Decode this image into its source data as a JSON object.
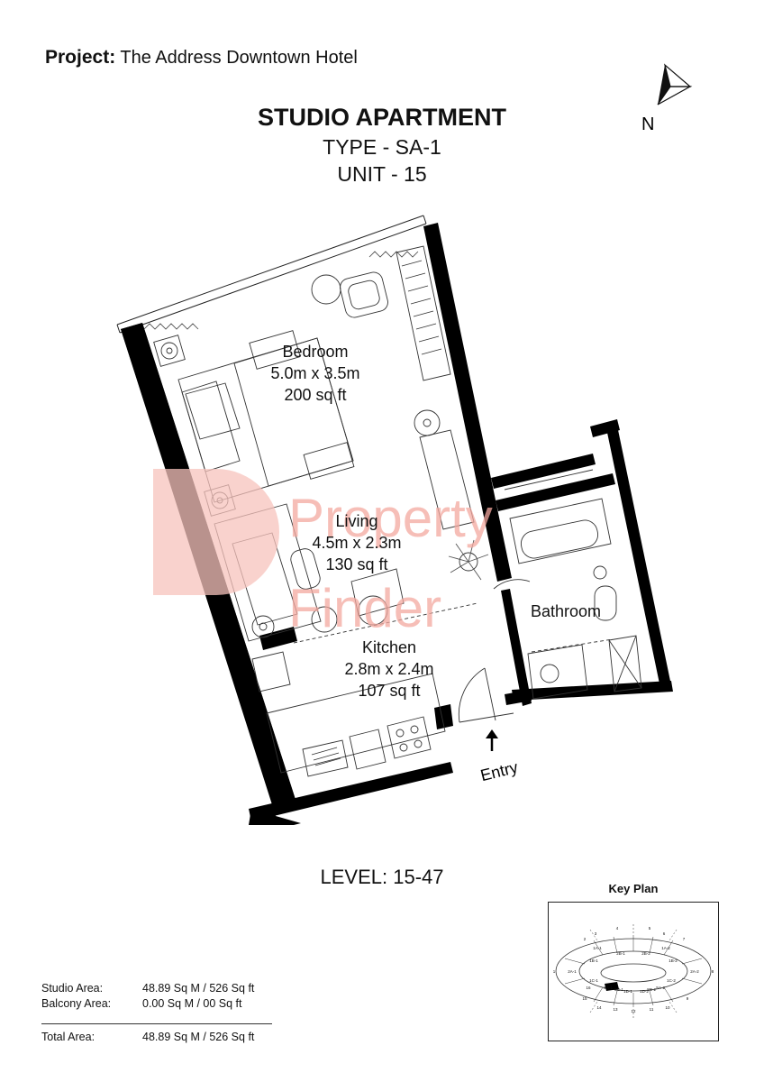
{
  "header": {
    "project_label": "Project:",
    "project_name": "The Address Downtown Hotel",
    "title": "STUDIO APARTMENT",
    "type": "TYPE - SA-1",
    "unit": "UNIT - 15"
  },
  "compass": {
    "label": "N",
    "icon": "north-arrow-icon"
  },
  "rooms": {
    "bedroom": {
      "name": "Bedroom",
      "size": "5.0m x 3.5m",
      "area": "200 sq ft"
    },
    "living": {
      "name": "Living",
      "size": "4.5m x 2.3m",
      "area": "130 sq ft"
    },
    "kitchen": {
      "name": "Kitchen",
      "size": "2.8m x 2.4m",
      "area": "107 sq ft"
    },
    "bathroom": {
      "name": "Bathroom"
    },
    "entry": {
      "name": "Entry"
    }
  },
  "watermark": {
    "line1": "Property",
    "line2": "Finder",
    "color": "#f4a9a0"
  },
  "level": "LEVEL: 15-47",
  "key_plan": {
    "title": "Key Plan",
    "labels": [
      "1",
      "2",
      "3",
      "4",
      "5",
      "6",
      "7",
      "8",
      "9",
      "10",
      "11",
      "12",
      "13",
      "14",
      "15",
      "16",
      "1A-1",
      "1B-1",
      "2A-1",
      "1C-1",
      "SA-1",
      "2B-1",
      "2B-2",
      "1A-2",
      "1B-2",
      "2A-2",
      "1C-2",
      "SA-2",
      "1D-1",
      "1D-2",
      "SB-1",
      "SB-2"
    ]
  },
  "areas": {
    "studio": {
      "label": "Studio Area:",
      "value": "48.89 Sq M / 526 Sq ft"
    },
    "balcony": {
      "label": "Balcony Area:",
      "value": "0.00 Sq M / 00 Sq ft"
    },
    "total": {
      "label": "Total Area:",
      "value": "48.89 Sq M / 526 Sq ft"
    }
  }
}
